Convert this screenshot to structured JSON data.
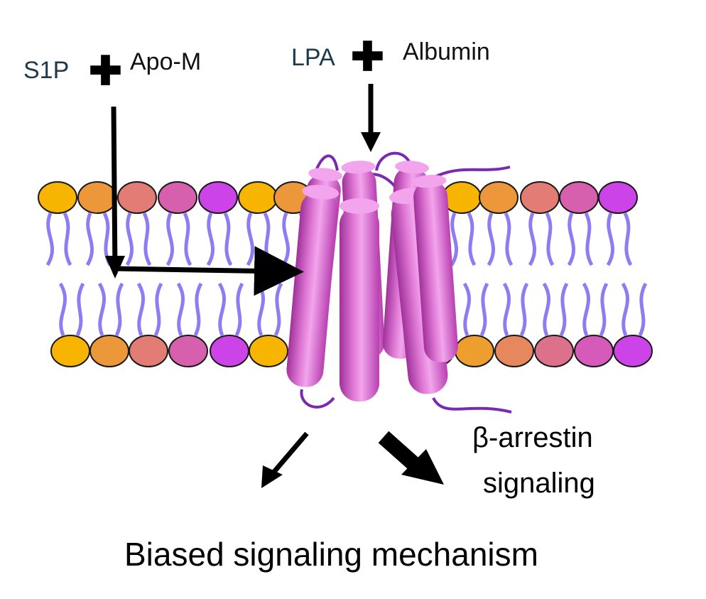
{
  "ligand_1": {
    "name": "S1P",
    "carrier": "Apo-M"
  },
  "ligand_2": {
    "name": "LPA",
    "carrier": "Albumin"
  },
  "plus_symbol": "✚",
  "output_label_line1": "β-arrestin",
  "output_label_line2": "signaling",
  "title": "Biased signaling mechanism",
  "colors": {
    "head_start": "#f7b400",
    "head_end": "#cc44e8",
    "tail": "#8f7cf2",
    "helix": "#d259c9",
    "helix_light": "#f2a5ec",
    "helix_dark": "#a0309a",
    "loop": "#7a2ab0",
    "arrow": "#000000"
  }
}
